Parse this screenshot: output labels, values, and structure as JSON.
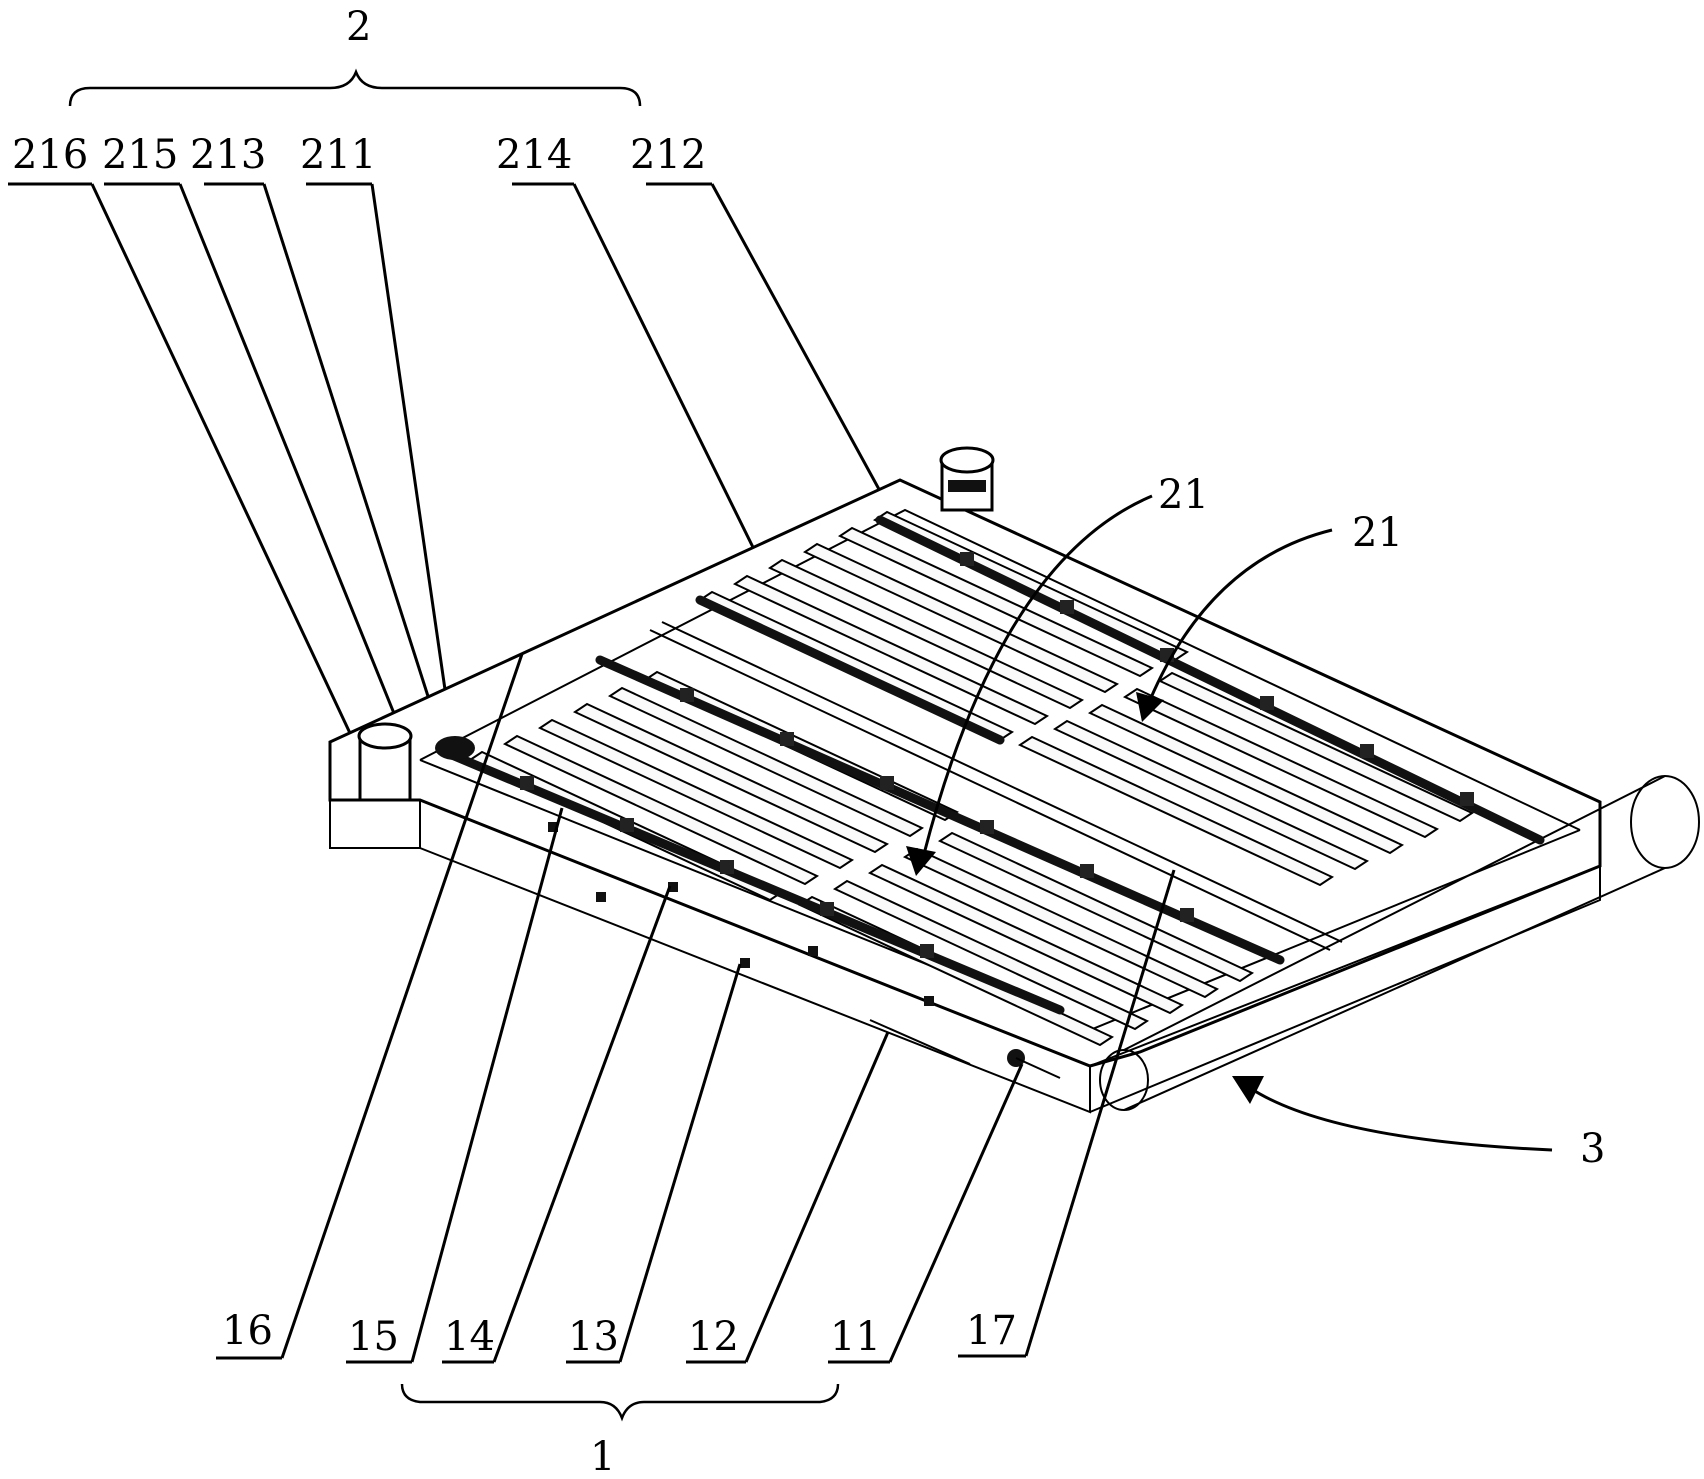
{
  "figure": {
    "assembly_labels": {
      "top_group": "2",
      "bottom_group": "1",
      "side_assembly": "3"
    },
    "top_labels": [
      "216",
      "215",
      "213",
      "211",
      "214",
      "212"
    ],
    "bottom_labels": [
      "16",
      "15",
      "14",
      "13",
      "12",
      "11",
      "17"
    ],
    "zone_labels": [
      "21",
      "21"
    ]
  }
}
